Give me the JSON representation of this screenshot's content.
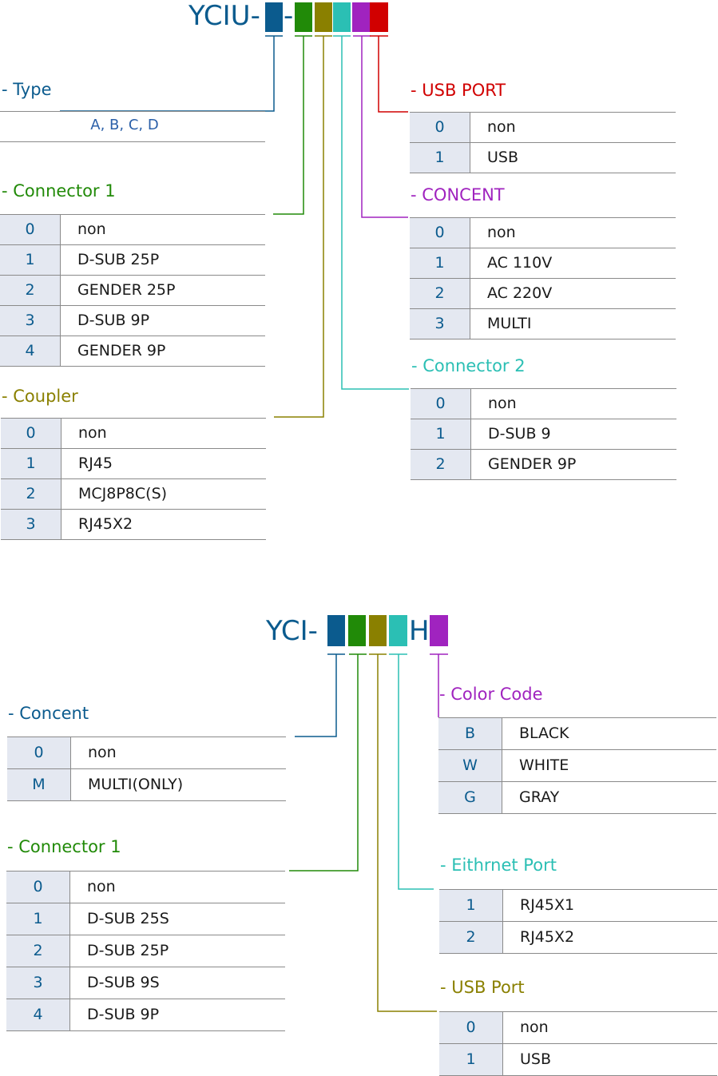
{
  "colors": {
    "blue": "#0b5b8e",
    "green": "#218a08",
    "olive": "#8a8000",
    "teal": "#2bbfb4",
    "purple": "#a023bf",
    "red": "#d10000",
    "key_bg": "#e4e8f1"
  },
  "part1": {
    "prefix": "YCIU-",
    "separator": "-",
    "type": {
      "title": "- Type",
      "value": "A, B, C, D"
    },
    "connector1": {
      "title": "- Connector 1",
      "rows": [
        {
          "key": "0",
          "value": "non"
        },
        {
          "key": "1",
          "value": "D-SUB 25P"
        },
        {
          "key": "2",
          "value": "GENDER 25P"
        },
        {
          "key": "3",
          "value": "D-SUB 9P"
        },
        {
          "key": "4",
          "value": "GENDER 9P"
        }
      ]
    },
    "coupler": {
      "title": "- Coupler",
      "rows": [
        {
          "key": "0",
          "value": "non"
        },
        {
          "key": "1",
          "value": "RJ45"
        },
        {
          "key": "2",
          "value": "MCJ8P8C(S)"
        },
        {
          "key": "3",
          "value": "RJ45X2"
        }
      ]
    },
    "usb_port": {
      "title": "- USB PORT",
      "rows": [
        {
          "key": "0",
          "value": "non"
        },
        {
          "key": "1",
          "value": "USB"
        }
      ]
    },
    "concent": {
      "title": "- CONCENT",
      "rows": [
        {
          "key": "0",
          "value": "non"
        },
        {
          "key": "1",
          "value": "AC 110V"
        },
        {
          "key": "2",
          "value": "AC 220V"
        },
        {
          "key": "3",
          "value": "MULTI"
        }
      ]
    },
    "connector2": {
      "title": "- Connector 2",
      "rows": [
        {
          "key": "0",
          "value": "non"
        },
        {
          "key": "1",
          "value": "D-SUB 9"
        },
        {
          "key": "2",
          "value": "GENDER 9P"
        }
      ]
    }
  },
  "part2": {
    "prefix": "YCI-",
    "middle": "H",
    "concent": {
      "title": "- Concent",
      "rows": [
        {
          "key": "0",
          "value": "non"
        },
        {
          "key": "M",
          "value": "MULTI(ONLY)"
        }
      ]
    },
    "connector1": {
      "title": "- Connector 1",
      "rows": [
        {
          "key": "0",
          "value": "non"
        },
        {
          "key": "1",
          "value": "D-SUB 25S"
        },
        {
          "key": "2",
          "value": "D-SUB 25P"
        },
        {
          "key": "3",
          "value": "D-SUB 9S"
        },
        {
          "key": "4",
          "value": "D-SUB 9P"
        }
      ]
    },
    "color_code": {
      "title": "- Color Code",
      "rows": [
        {
          "key": "B",
          "value": "BLACK"
        },
        {
          "key": "W",
          "value": "WHITE"
        },
        {
          "key": "G",
          "value": "GRAY"
        }
      ]
    },
    "ethernet_port": {
      "title": "- Eithrnet Port",
      "rows": [
        {
          "key": "1",
          "value": "RJ45X1"
        },
        {
          "key": "2",
          "value": "RJ45X2"
        }
      ]
    },
    "usb_port": {
      "title": "- USB Port",
      "rows": [
        {
          "key": "0",
          "value": "non"
        },
        {
          "key": "1",
          "value": "USB"
        }
      ]
    }
  }
}
